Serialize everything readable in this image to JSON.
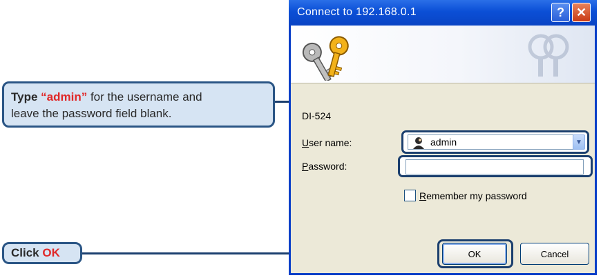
{
  "dialog": {
    "title": "Connect to 192.168.0.1",
    "help_label": "?",
    "close_label": "✕",
    "server_name": "DI-524",
    "username_label_underlined": "U",
    "username_label_rest": "ser name:",
    "username_value": "admin",
    "password_label_underlined": "P",
    "password_label_rest": "assword:",
    "password_value": "",
    "remember_underlined": "R",
    "remember_rest": "emember my password",
    "remember_checked": false,
    "ok_label": "OK",
    "cancel_label": "Cancel"
  },
  "callouts": {
    "type_prefix": "Type",
    "type_highlight": "“admin”",
    "type_rest_line1": "for the username and",
    "type_line2": "leave the password field blank.",
    "click_prefix": "Click",
    "click_highlight": "OK"
  },
  "colors": {
    "titlebar": "#0b4fd6",
    "callout_fill": "#d6e4f3",
    "callout_border": "#2a5585",
    "highlight_red": "#e02828",
    "dialog_bg": "#ece9d8"
  }
}
